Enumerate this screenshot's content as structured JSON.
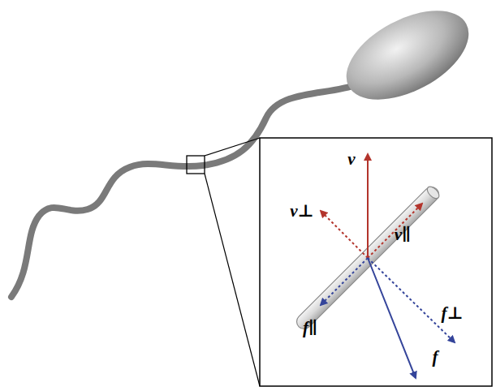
{
  "diagram": {
    "labels": [
      "v",
      "v⊥",
      "v∥",
      "f∥",
      "f⊥",
      "f"
    ]
  }
}
